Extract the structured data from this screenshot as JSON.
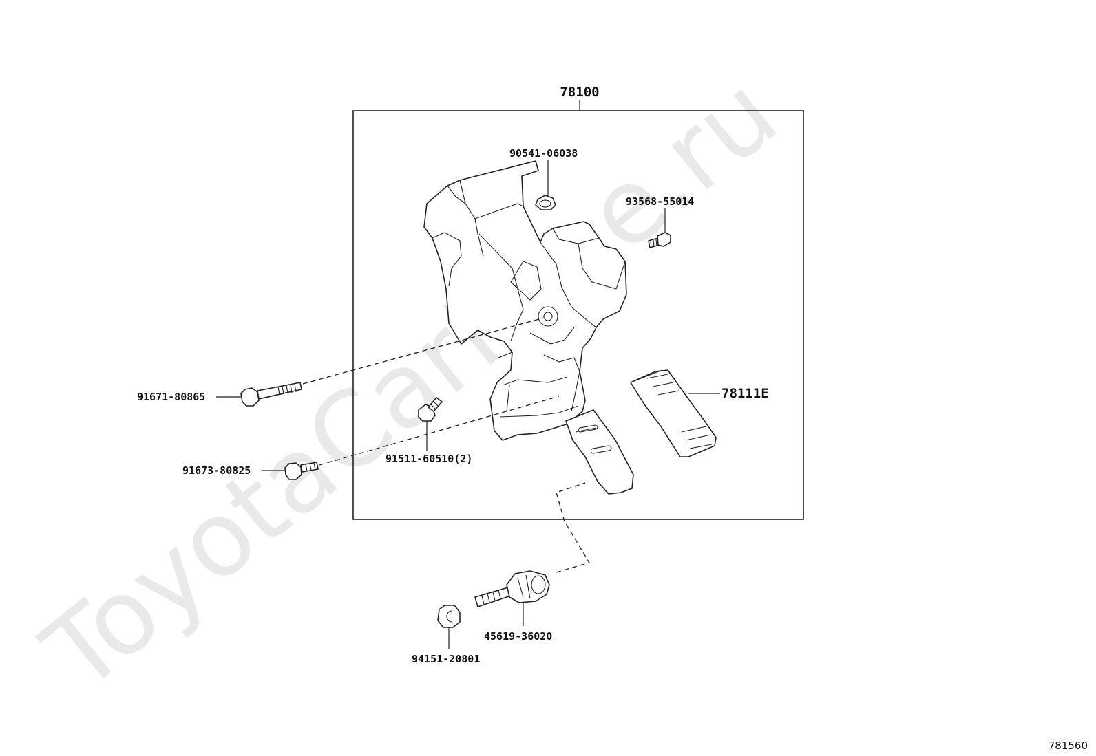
{
  "watermark": "ToyotaCarMine.ru",
  "assembly": {
    "part_number": "78100"
  },
  "parts": {
    "clip_top": "90541-06038",
    "screw_right": "93568-55014",
    "bolt_long": "91671-80865",
    "bolt_short": "91673-80825",
    "bolt_inner": "91511-60510(2)",
    "pedal_pad": "78111E",
    "stopper": "45619-36020",
    "nut": "94151-20801"
  },
  "figure_reference": "781560"
}
